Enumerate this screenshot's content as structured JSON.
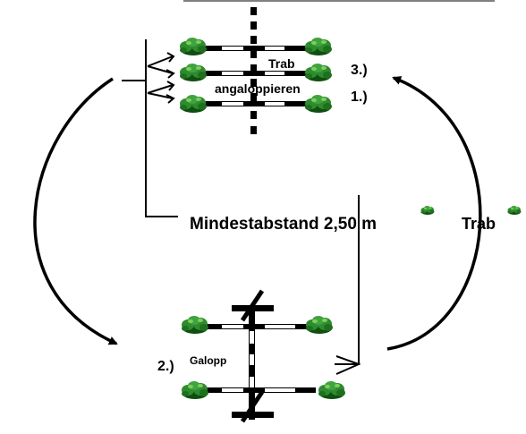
{
  "labels": {
    "trab_top": "Trab",
    "angaloppieren": "angaloppieren",
    "step3": "3.)",
    "step1": "1.)",
    "mindestabstand": "Mindestabstand 2,50 m",
    "trab_right": "Trab",
    "step2": "2.)",
    "galopp": "Galopp"
  },
  "colors": {
    "lines": "#000000",
    "rail_stripe": "#ffffff",
    "foliage": "#2e8b2e",
    "foliage_dark": "#0f4f0f",
    "foliage_light": "#7ccf5a",
    "background": "#ffffff"
  },
  "icons": {
    "wing": "tree-bush-icon",
    "arrow": "arrow-icon"
  }
}
